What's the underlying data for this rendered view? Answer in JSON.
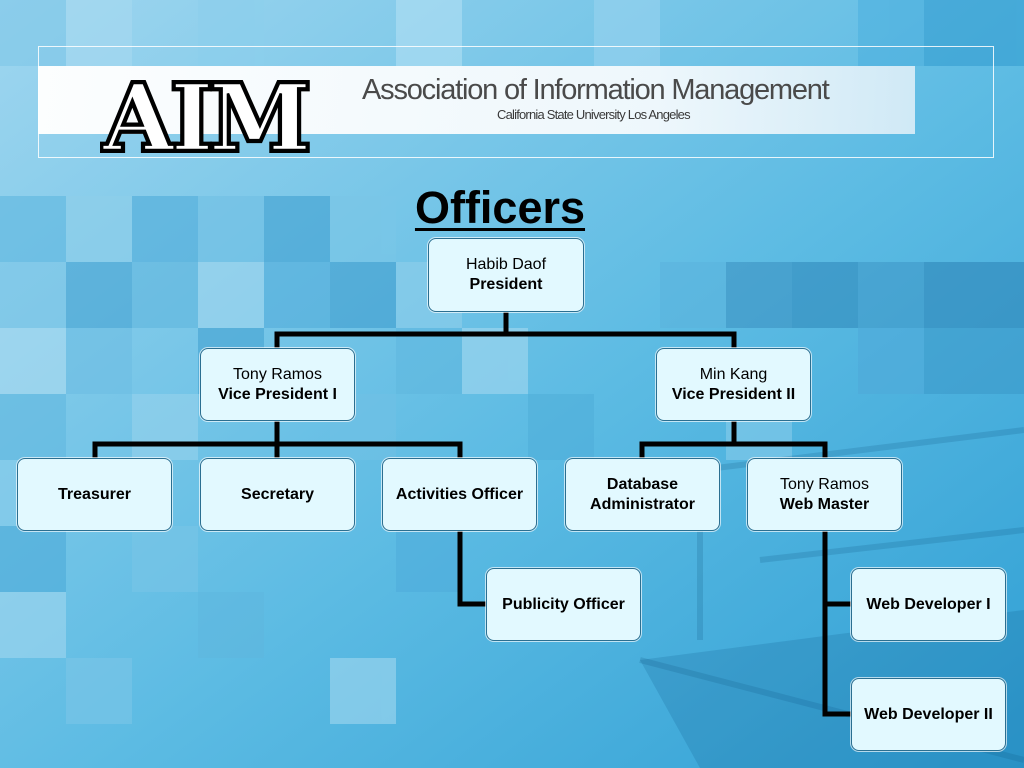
{
  "header": {
    "logo_text": "AIM",
    "org_name": "Association of Information Management",
    "org_subtitle": "California State University Los Angeles"
  },
  "title": "Officers",
  "colors": {
    "node_fill": "#e2f9ff",
    "node_border": "#2b6f91",
    "connector": "#000000",
    "background": "#3aa6d6"
  },
  "org_chart": {
    "president": {
      "name": "Habib Daof",
      "role": "President"
    },
    "vp1": {
      "name": "Tony Ramos",
      "role": "Vice President I"
    },
    "vp2": {
      "name": "Min Kang",
      "role": "Vice President II"
    },
    "treasurer": {
      "role": "Treasurer"
    },
    "secretary": {
      "role": "Secretary"
    },
    "activities": {
      "role": "Activities Officer"
    },
    "publicity": {
      "role": "Publicity Officer"
    },
    "dba": {
      "role": "Database Administrator"
    },
    "webmaster": {
      "name": "Tony Ramos",
      "role": "Web Master"
    },
    "webdev1": {
      "role": "Web Developer I"
    },
    "webdev2": {
      "role": "Web Developer II"
    }
  }
}
